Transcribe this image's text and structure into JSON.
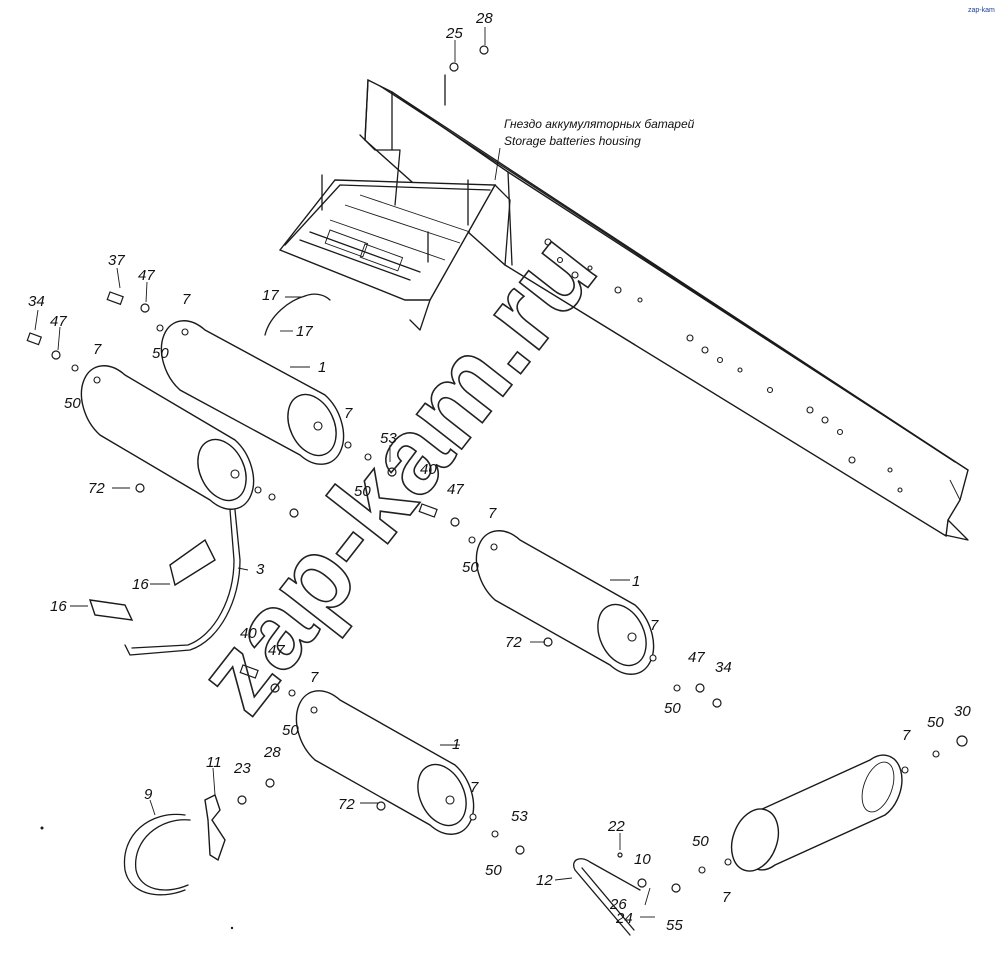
{
  "caption": {
    "ru": "Гнездо аккумуляторных батарей",
    "en": "Storage batteries housing"
  },
  "watermark": "zap-kam.ru",
  "corner_logo": "zap-kam",
  "callouts": {
    "c28a": "28",
    "c25": "25",
    "c37": "37",
    "c47a": "47",
    "c34a": "34",
    "c47b": "47",
    "c7a": "7",
    "c50a": "50",
    "c7b": "7",
    "c50b": "50",
    "c17a": "17",
    "c17b": "17",
    "c1a": "1",
    "c7c": "7",
    "c53a": "53",
    "c50c": "50",
    "c72a": "72",
    "c40a": "40",
    "c47c": "47",
    "c7d": "7",
    "c50d": "50",
    "c3": "3",
    "c16a": "16",
    "c16b": "16",
    "c1b": "1",
    "c72b": "72",
    "c7e": "7",
    "c47d": "47",
    "c34b": "34",
    "c50e": "50",
    "c40b": "40",
    "c47e": "47",
    "c7f": "7",
    "c50f": "50",
    "c28b": "28",
    "c1c": "1",
    "c11": "11",
    "c23": "23",
    "c9": "9",
    "c72c": "72",
    "c7g": "7",
    "c53b": "53",
    "c50g": "50",
    "c22": "22",
    "c10": "10",
    "c12": "12",
    "c26": "26",
    "c24": "24",
    "c55": "55",
    "c50h": "50",
    "c7h": "7",
    "c7i": "7",
    "c50i": "50",
    "c30": "30"
  },
  "colors": {
    "line": "#1a1a1a",
    "paper": "#ffffff",
    "logo": "#1b3f9a"
  }
}
